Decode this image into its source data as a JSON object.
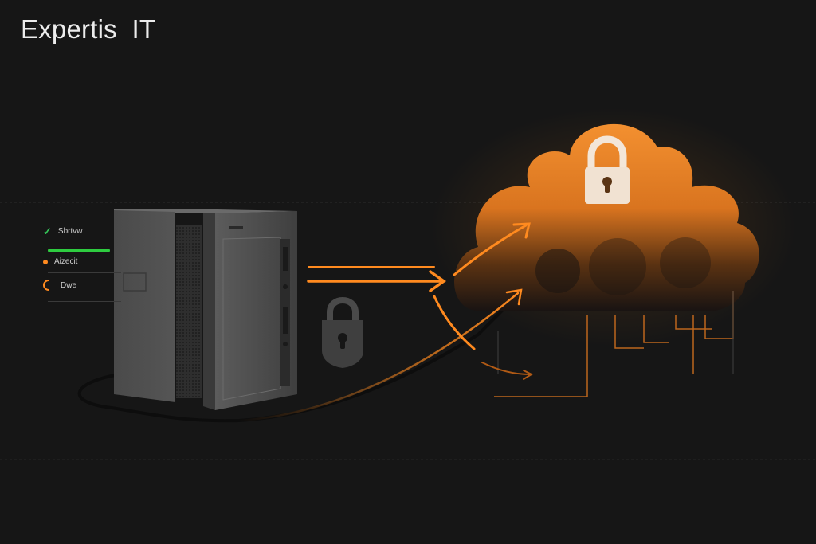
{
  "brand": {
    "title": "Expertis  IT"
  },
  "status_panel": {
    "items": [
      {
        "label": "Sbrtvw",
        "icon": "check-icon",
        "color": "#34c759"
      },
      {
        "label": "Aizecit",
        "icon": "dot-icon",
        "color": "#ff8a1f"
      },
      {
        "label": "Dwe",
        "icon": "arc-icon",
        "color": "#ff8a1f"
      }
    ],
    "bar_color": "#2ecc40"
  },
  "colors": {
    "background": "#161616",
    "accent": "#ff8a1f",
    "server_body": "#4b4b4b",
    "cloud_top": "#f08a28",
    "cloud_bottom": "#1a1410"
  },
  "icons": [
    "server-tower-icon",
    "padlock-icon",
    "cloud-lock-icon"
  ]
}
